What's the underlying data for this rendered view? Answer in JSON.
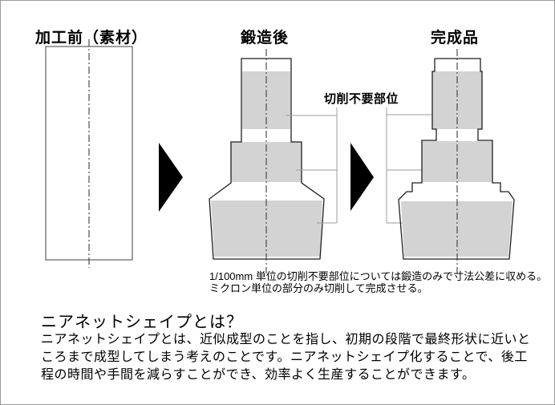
{
  "diagram": {
    "stages": [
      {
        "label": "加工前（素材）"
      },
      {
        "label": "鍛造後"
      },
      {
        "label": "完成品"
      }
    ],
    "callout_label": "切削不要部位",
    "note_lines": [
      "1/100mm 単位の切削不要部位については鍛造のみで寸法公差に収める。",
      "ミクロン単位の部分のみ切削して完成させる。"
    ],
    "colors": {
      "fill_gray": "#d3d3d3",
      "outline": "#1f1f1f",
      "material_outline": "#5f5f5f",
      "centerline": "#3c3c3c",
      "leader_line": "#9e9e9e",
      "arrow": "#000000",
      "page_border": "#9a9a9a",
      "text": "#000000"
    }
  },
  "description": {
    "heading": "ニアネットシェイプとは？",
    "body_lines": [
      "ニアネットシェイプとは、近似成型のことを指し、初期の段階で最終形状に近いと",
      "ころまで成型してしまう考えのことです。ニアネットシェイプ化することで、後工",
      "程の時間や手間を減らすことができ、効率よく生産することができます。"
    ]
  }
}
